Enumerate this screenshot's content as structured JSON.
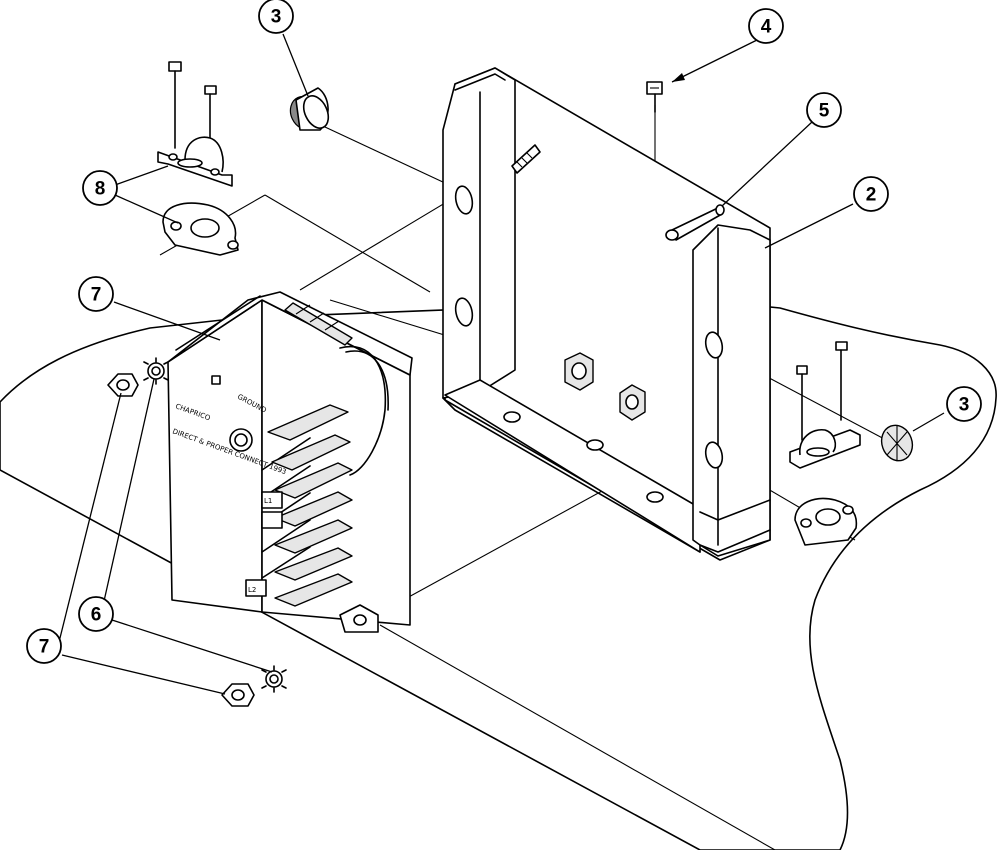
{
  "callouts": [
    {
      "id": "c1",
      "number": "3"
    },
    {
      "id": "c2",
      "number": "4"
    },
    {
      "id": "c3",
      "number": "5"
    },
    {
      "id": "c4",
      "number": "2"
    },
    {
      "id": "c5",
      "number": "8"
    },
    {
      "id": "c6",
      "number": "7"
    },
    {
      "id": "c7",
      "number": "3"
    },
    {
      "id": "c8",
      "number": "6"
    },
    {
      "id": "c9",
      "number": "7"
    }
  ],
  "switch_labels": {
    "brand": "CHAPRICO",
    "ground": "GROUND",
    "direction": "DIRECT & PROPER CONNECT 1993",
    "terminal_a": "L1",
    "terminal_b": "L2"
  }
}
